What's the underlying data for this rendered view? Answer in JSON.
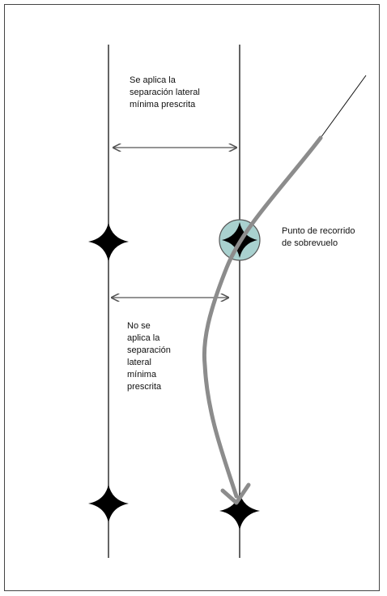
{
  "labels": {
    "top_applies": "Se aplica la\nseparación lateral\nmínima prescrita",
    "bottom_not_applies": "No se\naplica la\nseparación\nlateral\nmínima\nprescrita",
    "flyover_waypoint": "Punto de recorrido\nde sobrevuelo"
  },
  "colors": {
    "route_line": "#111111",
    "waypoint_fill": "#000000",
    "flyover_circle_fill": "#a9d1cf",
    "flight_path": "#8c8c8c",
    "arrow": "#555555"
  },
  "icons": {
    "waypoint": "four-point-star-icon",
    "flyover_waypoint": "circled-star-icon"
  }
}
